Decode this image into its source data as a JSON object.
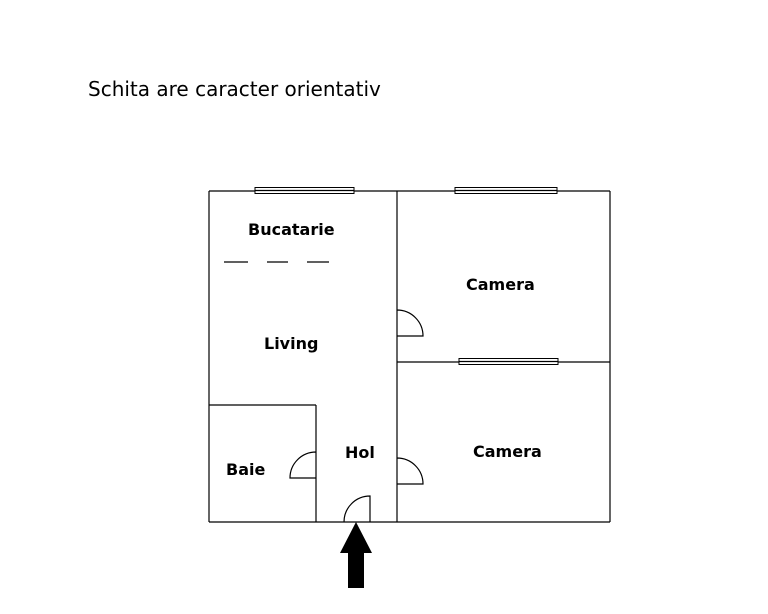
{
  "title": "Schita are caracter orientativ",
  "rooms": {
    "bucatarie": "Bucatarie",
    "living": "Living",
    "camera_top": "Camera",
    "camera_bottom": "Camera",
    "baie": "Baie",
    "hol": "Hol"
  },
  "icons": {
    "entrance": "arrow-up-icon"
  }
}
